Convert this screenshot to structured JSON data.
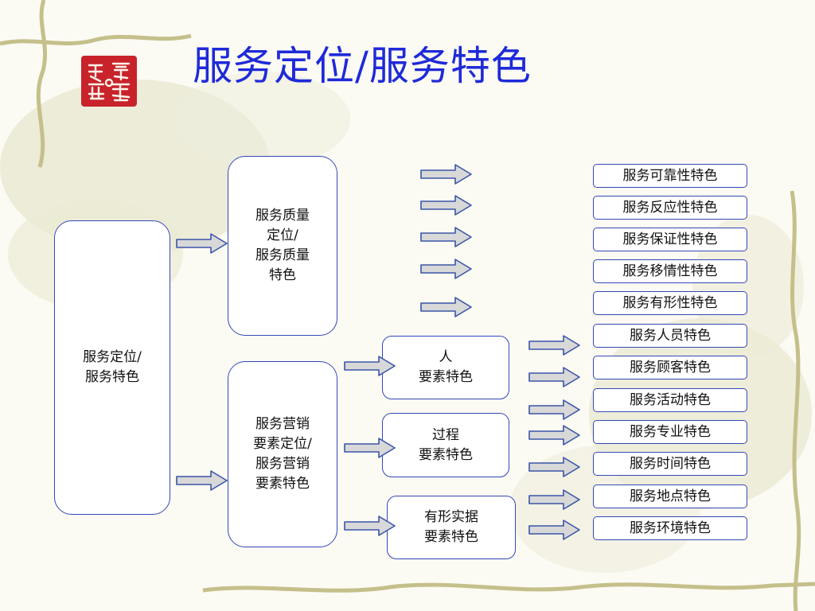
{
  "slide": {
    "title": "服务定位/服务特色",
    "seal": {
      "color": "#c8232b"
    },
    "colors": {
      "title": "#1e2ad8",
      "box_border": "#3348b8",
      "arrow_fill": "#d8d8d8",
      "arrow_stroke": "#3a55a8"
    },
    "root": {
      "label": "服务定位/\n服务特色"
    },
    "quality": {
      "label": "服务质量\n定位/\n服务质量\n特色"
    },
    "marketing": {
      "label": "服务营销\n要素定位/\n服务营销\n要素特色"
    },
    "elements": [
      {
        "label": "人\n要素特色"
      },
      {
        "label": "过程\n要素特色"
      },
      {
        "label": "有形实据\n要素特色"
      }
    ],
    "features": [
      "服务可靠性特色",
      "服务反应性特色",
      "服务保证性特色",
      "服务移情性特色",
      "服务有形性特色",
      "服务人员特色",
      "服务顾客特色",
      "服务活动特色",
      "服务专业特色",
      "服务时间特色",
      "服务地点特色",
      "服务环境特色"
    ]
  }
}
